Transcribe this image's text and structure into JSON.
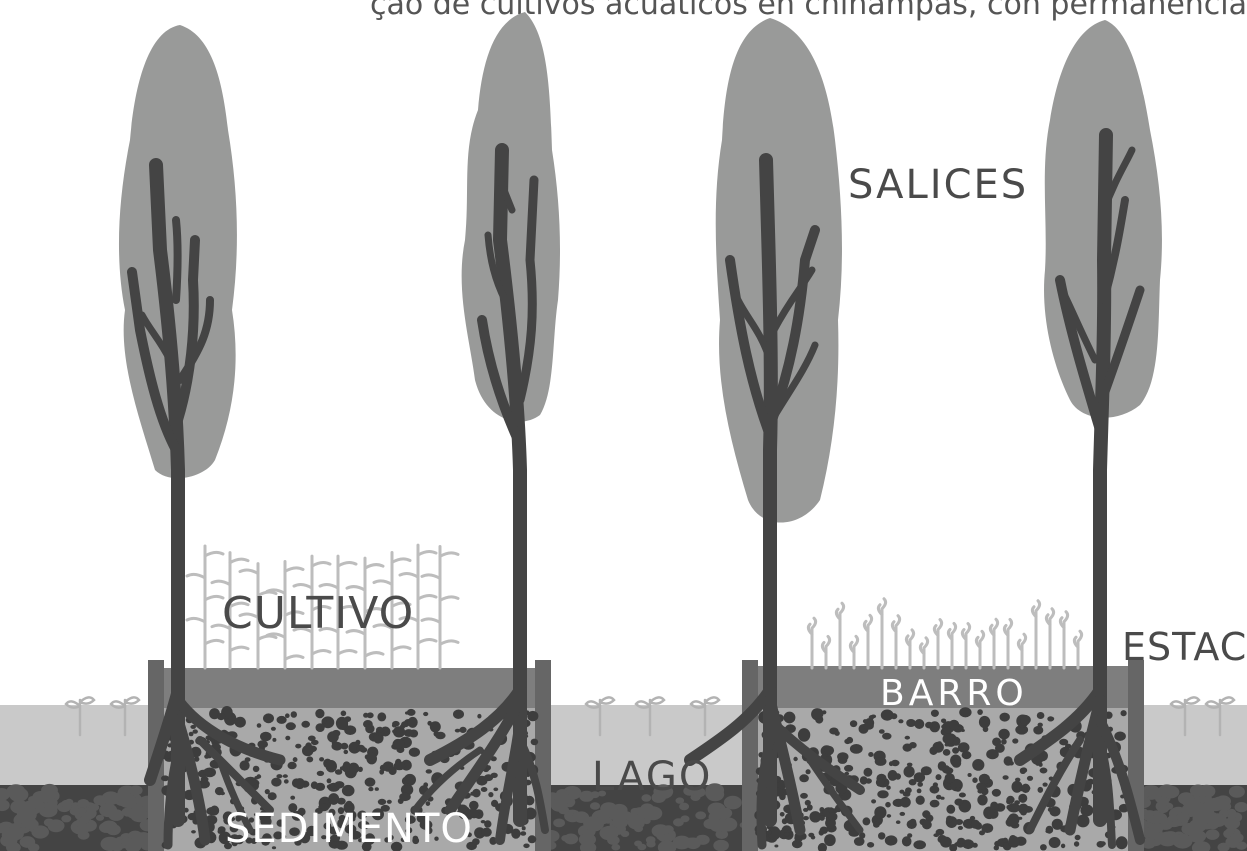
{
  "top_caption": "ção de cultivos acuáticos en chinampas, con permanencias, y",
  "labels": {
    "salices": "SALICES",
    "cultivo": "CULTIVO",
    "estacas": "ESTACAS",
    "barro": "BARRO",
    "lago": "LAGO",
    "sedimento": "SEDIMENTO"
  },
  "colors": {
    "canopy": "#999a99",
    "trunk": "#444444",
    "water": "#c9c9c9",
    "lake_bed": "#444444",
    "bed_fill": "#a7a7a7",
    "mud_layer": "#7d7d7d",
    "retaining_wall": "#666666",
    "plants": "#bdbdbd",
    "sediment_dots": "#3d3d3d",
    "label_dark": "#4a4a4a",
    "label_light": "#ffffff"
  }
}
